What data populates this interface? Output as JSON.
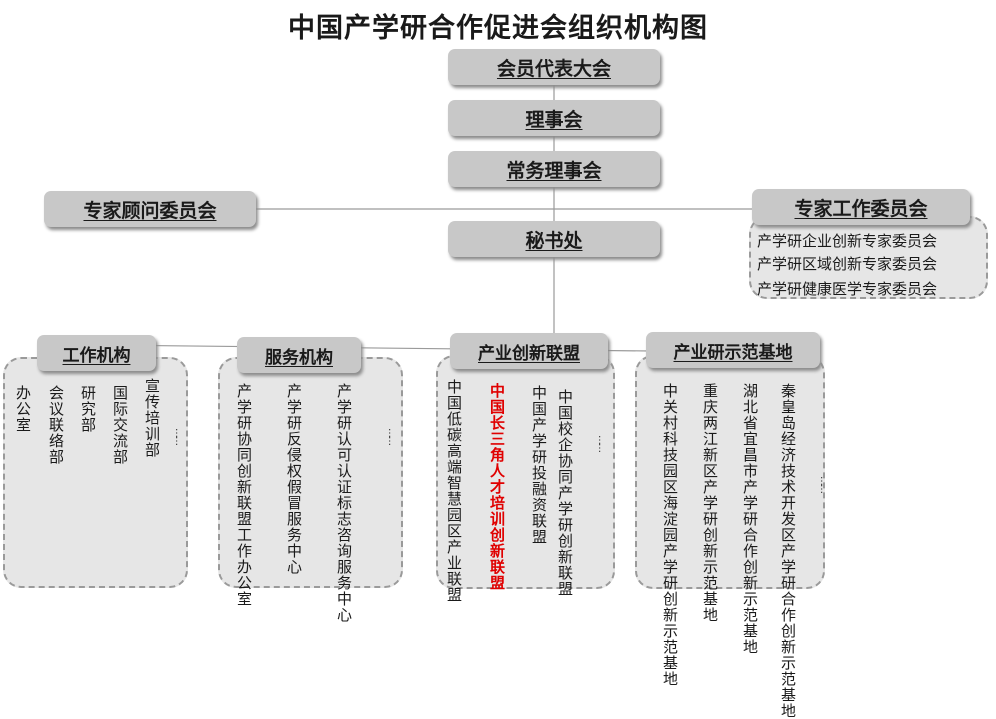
{
  "title": "中国产学研合作促进会组织机构图",
  "top_nodes": {
    "assembly": "会员代表大会",
    "council": "理事会",
    "standing_council": "常务理事会",
    "secretariat": "秘书处",
    "advisory_committee": "专家顾问委员会",
    "expert_work_committee": "专家工作委员会"
  },
  "expert_work_items": [
    "产学研企业创新专家委员会",
    "产学研区域创新专家委员会",
    "产学研健康医学专家委员会"
  ],
  "groups": {
    "work": {
      "header": "工作机构",
      "items": [
        "办公室",
        "会议联络部",
        "研究部",
        "国际交流部",
        "宣传培训部"
      ],
      "more": "……"
    },
    "service": {
      "header": "服务机构",
      "items": [
        "产学研认可认证标志咨询服务中心",
        "产学研反侵权假冒服务中心",
        "产学研协同创新联盟工作办公室"
      ],
      "more": "……"
    },
    "alliance": {
      "header": "产业创新联盟",
      "items": [
        "中国校企协同产学研创新联盟",
        "中国产学研投融资联盟",
        "中国长三角人才培训创新联盟",
        "中国低碳高端智慧园区产业联盟"
      ],
      "more": "……"
    },
    "demo": {
      "header": "产业研示范基地",
      "items": [
        "秦皇岛经济技术开发区产学研合作创新示范基地",
        "湖北省宜昌市产学研合作创新示范基地",
        "重庆两江新区产学研创新示范基地",
        "中关村科技园区海淀园产学研创新示范基地"
      ],
      "more": "……"
    }
  }
}
